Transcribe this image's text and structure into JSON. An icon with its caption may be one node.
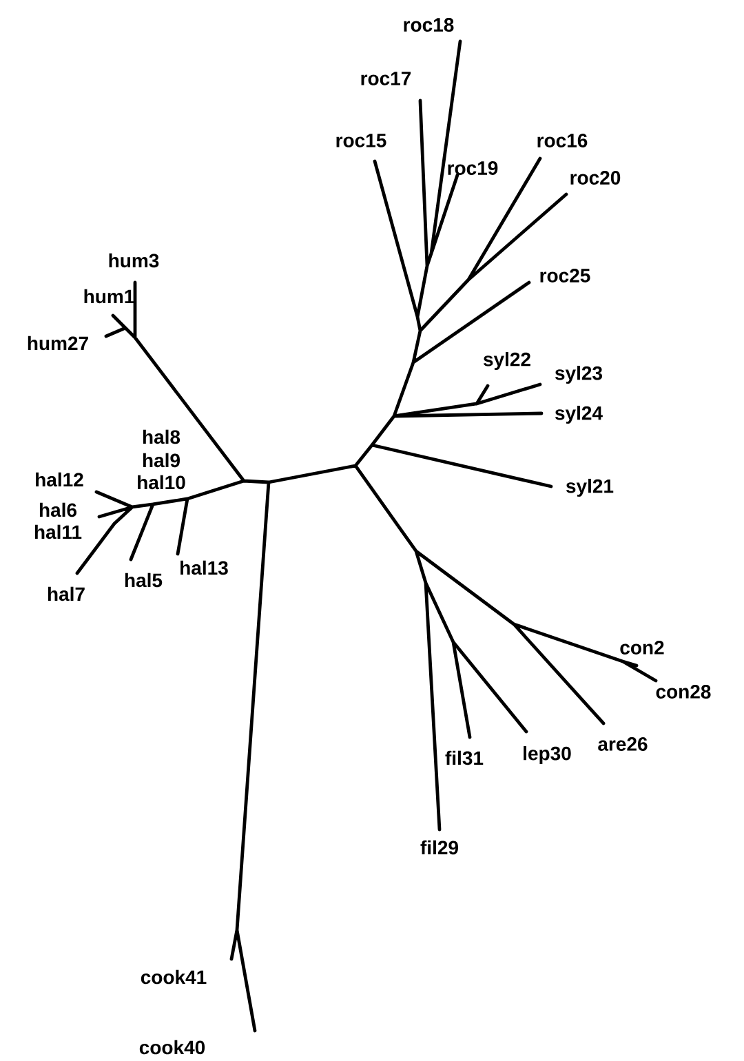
{
  "diagram": {
    "labels": [
      "roc18",
      "roc17",
      "roc15",
      "roc16",
      "roc19",
      "roc20",
      "roc25",
      "hum3",
      "hum1",
      "hum27",
      "syl22",
      "syl23",
      "syl24",
      "hal8",
      "hal9",
      "hal12",
      "hal10",
      "hal6",
      "hal11",
      "syl21",
      "hal7",
      "hal5",
      "hal13",
      "con2",
      "con28",
      "fil31",
      "lep30",
      "are26",
      "fil29",
      "cook41",
      "cook40"
    ]
  }
}
